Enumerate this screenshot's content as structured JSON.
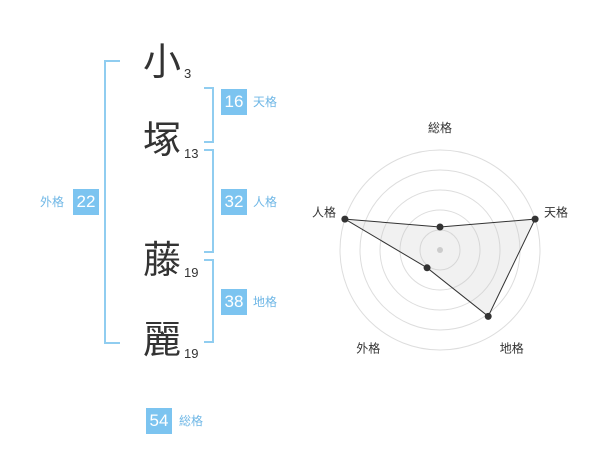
{
  "name_chars": [
    {
      "char": "小",
      "strokes": "3"
    },
    {
      "char": "塚",
      "strokes": "13"
    },
    {
      "char": "藤",
      "strokes": "19"
    },
    {
      "char": "麗",
      "strokes": "19"
    }
  ],
  "kakusu": {
    "tenkaku": {
      "value": "16",
      "label": "天格"
    },
    "jinkaku": {
      "value": "32",
      "label": "人格"
    },
    "chikaku": {
      "value": "38",
      "label": "地格"
    },
    "gaikaku": {
      "value": "22",
      "label": "外格"
    },
    "soukaku": {
      "value": "54",
      "label": "総格"
    }
  },
  "colors": {
    "badge": "#7cc4f0",
    "bracket": "#90cdf0",
    "text": "#333333"
  },
  "chart_data": {
    "type": "radar",
    "axes": [
      "総格",
      "天格",
      "地格",
      "外格",
      "人格"
    ],
    "scale_rings": 5,
    "values": [
      0.23,
      1.0,
      0.82,
      0.22,
      1.0
    ]
  }
}
